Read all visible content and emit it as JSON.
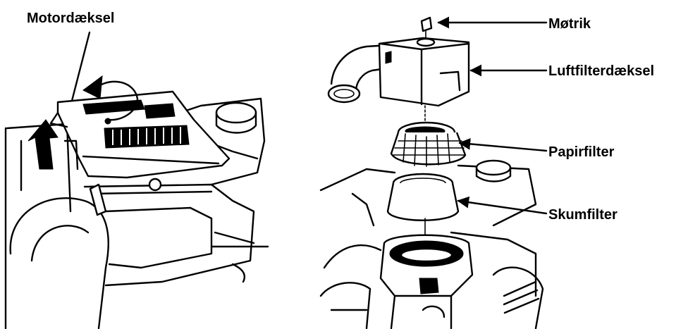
{
  "labels": {
    "motor_cover": "Motordæksel",
    "nut": "Møtrik",
    "air_filter_cover": "Luftfilterdæksel",
    "paper_filter": "Papirfilter",
    "foam_filter": "Skumfilter"
  }
}
